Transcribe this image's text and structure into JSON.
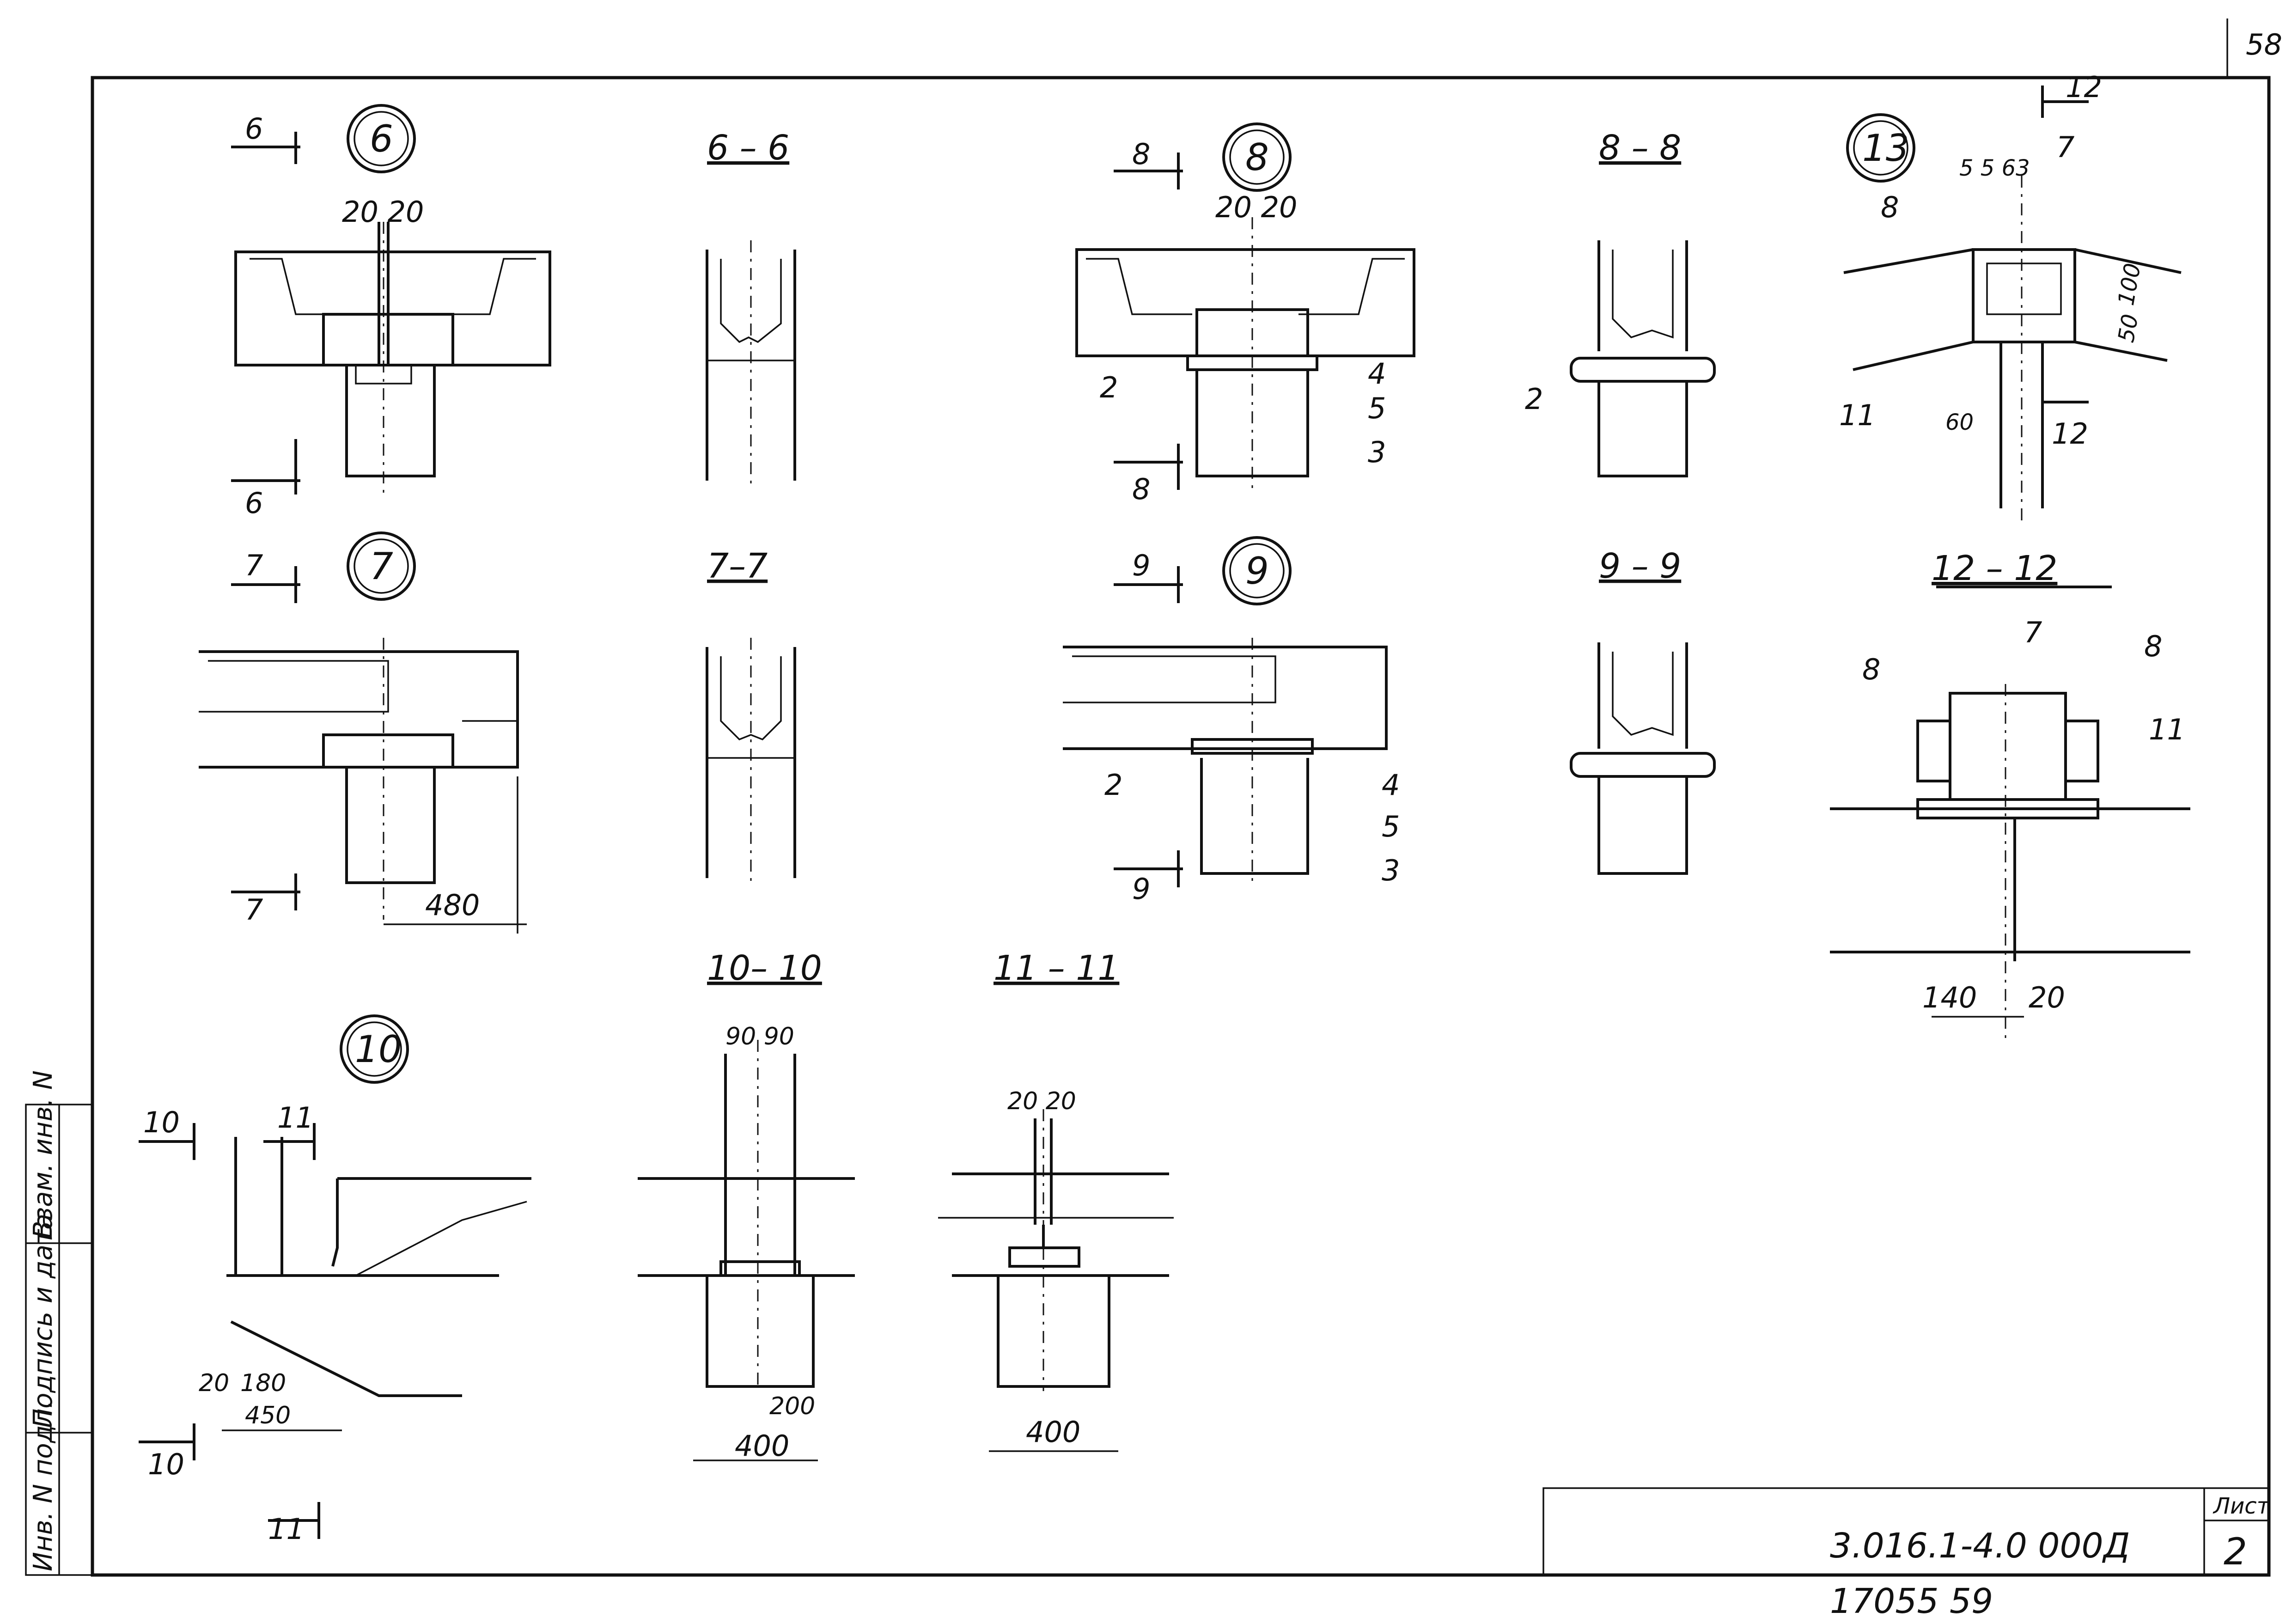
{
  "sheet": {
    "corner_number": "58"
  },
  "side_stamp": [
    "Взам. инв. N",
    "Подпись и дата",
    "Инв. N подл."
  ],
  "title_block": {
    "document_code": "3.016.1-4.0   000Д",
    "sheet_label": "Лист",
    "sheet_number": "2",
    "archive_number": "17055   59"
  },
  "nodes": {
    "6": "6",
    "7": "7",
    "8": "8",
    "9": "9",
    "10": "10",
    "13": "13"
  },
  "sections": {
    "s6_6": "6 – 6",
    "s7_7": "7–7",
    "s8_8": "8 – 8",
    "s9_9": "9 – 9",
    "s10_10": "10– 10",
    "s11_11": "11 – 11",
    "s12_12": "12 – 12"
  },
  "cut_marks": {
    "6": "6",
    "7": "7",
    "8": "8",
    "9": "9",
    "10": "10",
    "11": "11",
    "12": "12"
  },
  "callouts": {
    "2": "2",
    "3": "3",
    "4": "4",
    "5": "5",
    "7": "7",
    "8": "8",
    "11": "11"
  },
  "dims": {
    "n6_gap": "20 20",
    "n8_gap": "20 20",
    "n7_480": "480",
    "n13_top": "5  5  63",
    "n13_60": "60",
    "n13_100": "100",
    "n13_50": "50",
    "n10_20": "20",
    "n10_180": "180",
    "n10_450": "450",
    "s10_90": "90 90",
    "s10_200": "200",
    "s10_400": "400",
    "s11_20": "20 20",
    "s11_400": "400",
    "s12_140": "140",
    "s12_20": "20"
  }
}
